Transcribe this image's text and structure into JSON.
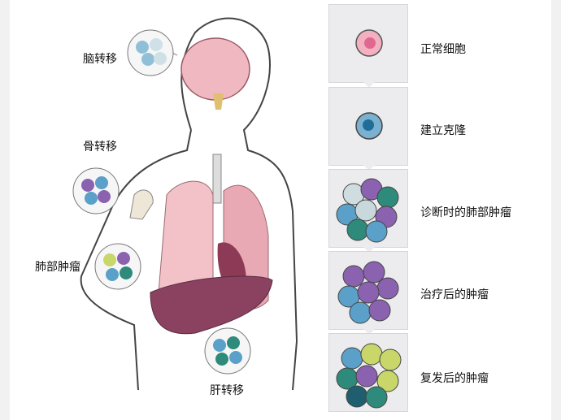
{
  "body_labels": {
    "brain": "脑转移",
    "bone": "骨转移",
    "lung": "肺部肿瘤",
    "liver": "肝转移"
  },
  "stages": [
    {
      "label": "正常细胞"
    },
    {
      "label": "建立克隆"
    },
    {
      "label": "诊断时的肺部肿瘤"
    },
    {
      "label": "治疗后的肿瘤"
    },
    {
      "label": "复发后的肿瘤"
    }
  ],
  "colors": {
    "normal_cell": "#e88fa6",
    "clone_cell": "#5aa0c8",
    "purple_cell": "#8a62b0",
    "teal_cell": "#2e8a7a",
    "lime_cell": "#c8d66a"
  }
}
